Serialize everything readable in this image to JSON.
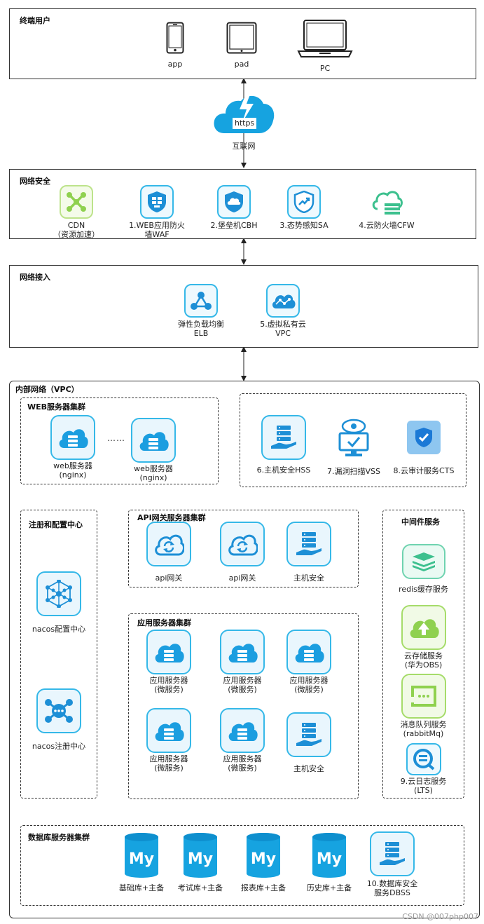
{
  "end_users": {
    "title": "终端用户",
    "devices": [
      {
        "label": "app",
        "icon": "phone-icon"
      },
      {
        "label": "pad",
        "icon": "tablet-icon"
      },
      {
        "label": "PC",
        "icon": "laptop-icon"
      }
    ]
  },
  "internet": {
    "badge": "https",
    "label": "互联网"
  },
  "network_security": {
    "title": "网络安全",
    "items": [
      {
        "line1": "CDN",
        "line2": "（资源加速）"
      },
      {
        "line1": "1.WEB应用防火",
        "line2": "墙WAF"
      },
      {
        "line1": "2.堡垒机CBH",
        "line2": ""
      },
      {
        "line1": "3.态势感知SA",
        "line2": ""
      },
      {
        "line1": "4.云防火墙CFW",
        "line2": ""
      }
    ]
  },
  "network_access": {
    "title": "网络接入",
    "items": [
      {
        "line1": "弹性负载均衡",
        "line2": "ELB"
      },
      {
        "line1": "5.虚拟私有云",
        "line2": "VPC"
      }
    ]
  },
  "vpc": {
    "title": "内部网络（VPC）",
    "web_cluster": {
      "title": "WEB服务器集群",
      "ellipsis": "……",
      "servers": [
        {
          "line1": "web服务器",
          "line2": "(nginx)"
        },
        {
          "line1": "web服务器",
          "line2": "(nginx)"
        }
      ]
    },
    "security_services": [
      {
        "label": "6.主机安全HSS"
      },
      {
        "label": "7.漏洞扫描VSS"
      },
      {
        "label": "8.云审计服务CTS"
      }
    ],
    "registry": {
      "title": "注册和配置中心",
      "items": [
        {
          "label": "nacos配置中心"
        },
        {
          "label": "nacos注册中心"
        }
      ]
    },
    "api_cluster": {
      "title": "API网关服务器集群",
      "items": [
        {
          "label": "api网关"
        },
        {
          "label": "api网关"
        },
        {
          "label": "主机安全"
        }
      ]
    },
    "app_cluster": {
      "title": "应用服务器集群",
      "servers": [
        {
          "line1": "应用服务器",
          "line2": "(微服务)"
        },
        {
          "line1": "应用服务器",
          "line2": "(微服务)"
        },
        {
          "line1": "应用服务器",
          "line2": "(微服务)"
        },
        {
          "line1": "应用服务器",
          "line2": "(微服务)"
        },
        {
          "line1": "应用服务器",
          "line2": "(微服务)"
        }
      ],
      "host_security": "主机安全"
    },
    "middleware": {
      "title": "中间件服务",
      "items": [
        {
          "line1": "redis缓存服务",
          "line2": ""
        },
        {
          "line1": "云存储服务",
          "line2": "(华为OBS)"
        },
        {
          "line1": "消息队列服务",
          "line2": "(rabbitMq)"
        },
        {
          "line1": "9.云日志服务",
          "line2": "(LTS)"
        }
      ]
    },
    "db_cluster": {
      "title": "数据库服务器集群",
      "db_logo_text": "My",
      "dbs": [
        {
          "label": "基础库+主备"
        },
        {
          "label": "考试库+主备"
        },
        {
          "label": "报表库+主备"
        },
        {
          "label": "历史库+主备"
        }
      ],
      "dbss": {
        "line1": "10.数据库安全",
        "line2": "服务DBSS"
      }
    }
  },
  "watermark": "CSDN @007php007",
  "colors": {
    "accent": "#35b8e8",
    "green": "#8fd14f",
    "mint": "#3cc08e",
    "db_blue": "#16a3e0"
  }
}
